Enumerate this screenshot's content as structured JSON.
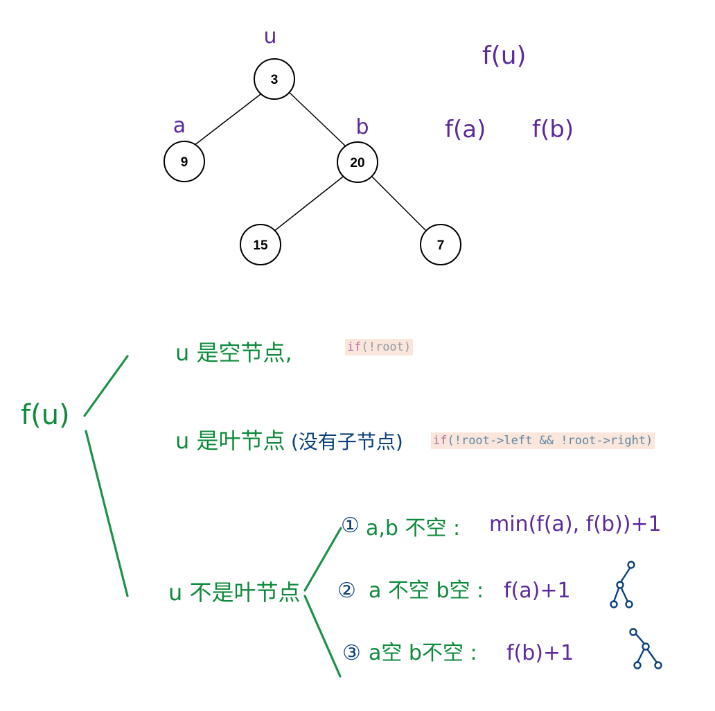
{
  "colors": {
    "purple": "#5b2a9c",
    "green": "#0f8a3c",
    "navy": "#0c3f7a",
    "code_bg": "#fbe6dc"
  },
  "tree": {
    "nodes": {
      "root": "3",
      "left": "9",
      "right": "20",
      "right_left": "15",
      "right_right": "7"
    },
    "labels": {
      "u": "u",
      "a": "a",
      "b": "b"
    }
  },
  "right_notes": {
    "fu": "f(u)",
    "fa": "f(a)",
    "fb": "f(b)"
  },
  "main_label": "f(u)",
  "cases": {
    "case1": {
      "text": "u 是空节点,",
      "code_kw": "if",
      "code_rest": "(!root)"
    },
    "case2": {
      "text": "u 是叶节点",
      "note": "(没有子节点)",
      "code_kw": "if",
      "code_rest": "(!root->left && !root->right)"
    },
    "case3": {
      "text": "u 不是叶节点",
      "sub1": {
        "num": "①",
        "cond": "a,b 不空 :",
        "formula": "min(f(a), f(b))+1"
      },
      "sub2": {
        "num": "②",
        "cond": "a 不空 b空 :",
        "formula": "f(a)+1",
        "sketch_icon": "left-chain-tree-sketch-icon"
      },
      "sub3": {
        "num": "③",
        "cond": "a空 b不空 :",
        "formula": "f(b)+1",
        "sketch_icon": "right-chain-tree-sketch-icon"
      }
    }
  }
}
